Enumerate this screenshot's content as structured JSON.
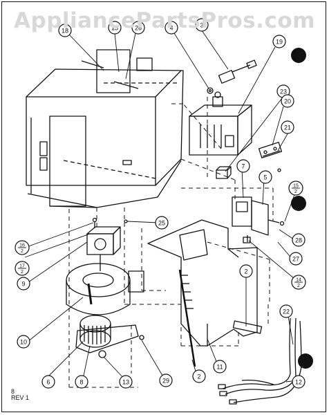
{
  "watermark": "AppliancePartsPros.com",
  "callouts": [
    {
      "label": "18"
    },
    {
      "label": "15"
    },
    {
      "label": "26"
    },
    {
      "label": "4"
    },
    {
      "label": "3"
    },
    {
      "label": "19"
    },
    {
      "label": "23"
    },
    {
      "label": "20"
    },
    {
      "label": "21"
    },
    {
      "label": "7"
    },
    {
      "label": "5"
    },
    {
      "label": "28"
    },
    {
      "label": "27"
    },
    {
      "label": "2"
    },
    {
      "label": "22"
    },
    {
      "label": "12"
    },
    {
      "label": "11"
    },
    {
      "label": "2"
    },
    {
      "label": "29"
    },
    {
      "label": "13"
    },
    {
      "label": "6"
    },
    {
      "label": "8"
    },
    {
      "label": "10"
    },
    {
      "label": "9"
    },
    {
      "label": "25"
    }
  ],
  "fractions": [
    {
      "num": "16",
      "den": "2"
    },
    {
      "num": "17",
      "den": "2"
    },
    {
      "num": "15",
      "den": "2"
    },
    {
      "num": "14",
      "den": "2"
    }
  ],
  "revision": {
    "line1": "8",
    "line2": "REV 1"
  }
}
